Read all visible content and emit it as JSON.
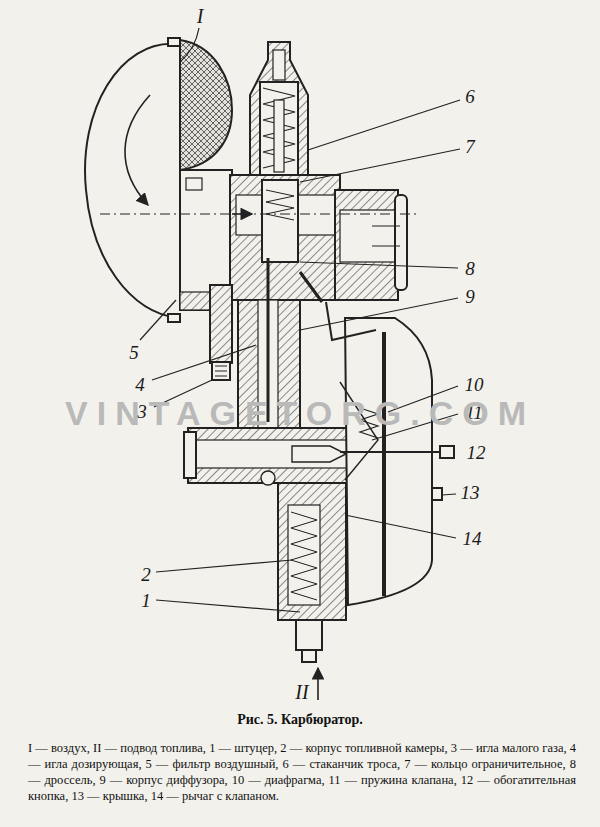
{
  "diagram": {
    "title": "Рис. 5. Карбюратор.",
    "caption": "I — воздух, II — подвод топлива, 1 — штуцер, 2 — корпус топливной камеры, 3 — игла малого газа, 4 — игла дозирующая, 5 — фильтр воздушный, 6 — стаканчик троса, 7 — кольцо ограничительное, 8 — дроссель, 9 — корпус диффузора, 10 — диафрагма, 11 — пружина клапана, 12 — обогатительная кнопка, 13 — крышка, 14 — рычаг с клапаном.",
    "labels": [
      "I",
      "6",
      "7",
      "8",
      "5",
      "9",
      "4",
      "3",
      "10",
      "11",
      "12",
      "13",
      "14",
      "2",
      "1",
      "II",
      "VINTAGETORG.COM"
    ]
  }
}
